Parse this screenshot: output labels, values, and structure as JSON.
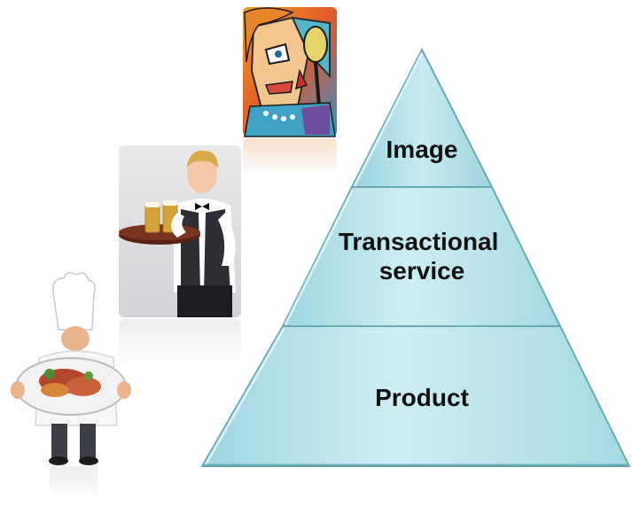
{
  "pyramid": {
    "levels": [
      {
        "lines": [
          "Image"
        ]
      },
      {
        "lines": [
          "Transactional",
          "service"
        ]
      },
      {
        "lines": [
          "Product"
        ]
      }
    ],
    "colors": {
      "fill_light": "#cdeef3",
      "fill_mid": "#a9dde6",
      "fill_dark": "#7fc3cf",
      "edge": "#6aaab5"
    }
  },
  "pictures": {
    "painting": "cubist-portrait-painting",
    "waiter": "waiter-with-beer-tray",
    "chef": "chef-with-food-platter"
  }
}
